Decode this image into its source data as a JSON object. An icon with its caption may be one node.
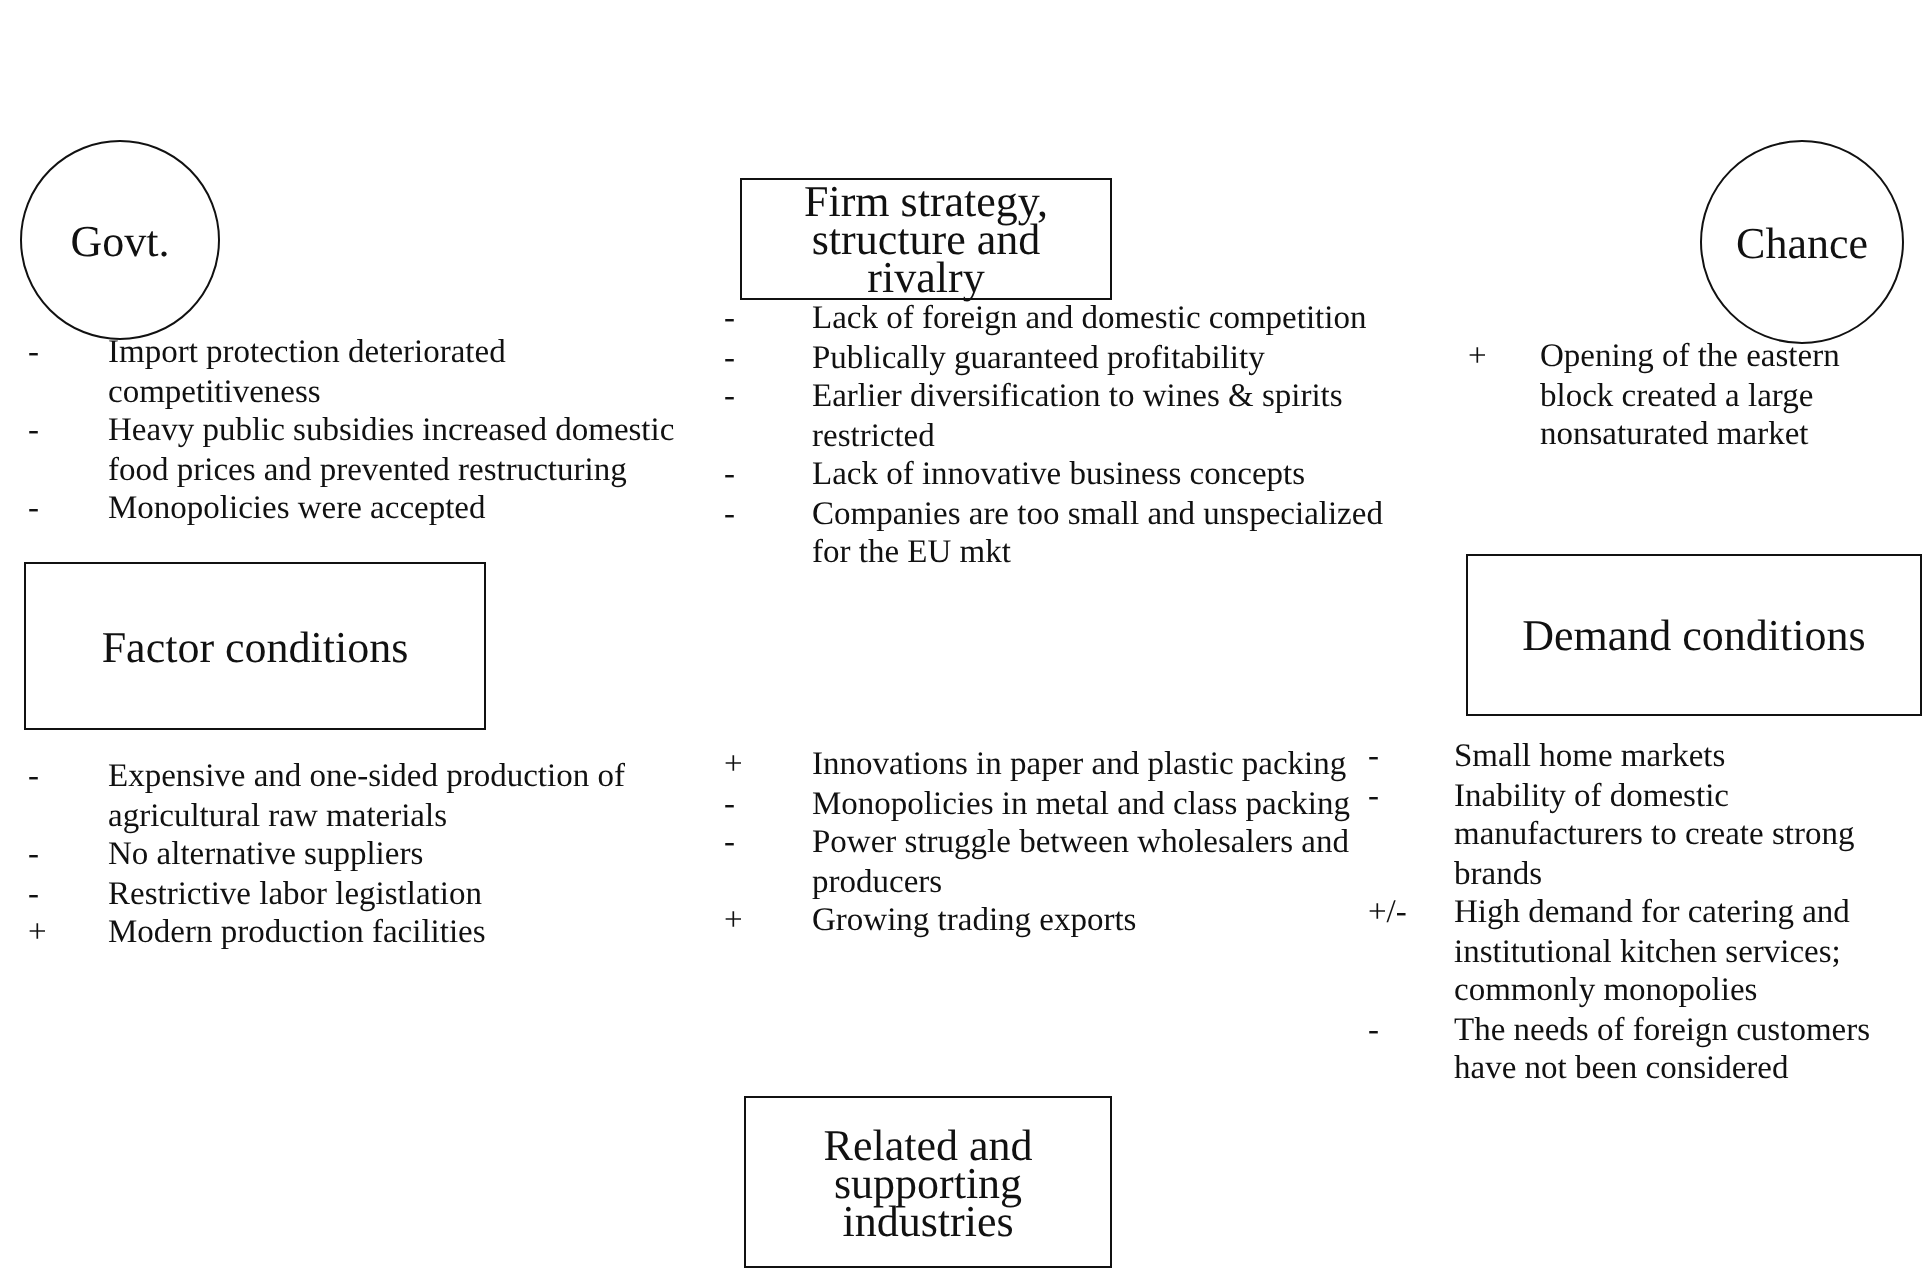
{
  "diagram": {
    "nodes": [
      {
        "text": [
          "Govt."
        ],
        "beside": [
          "-",
          "Import protection deteriorated competitiveness",
          "-",
          "Heavy public subsidies increased domestic food prices and prevented restructuring",
          "-",
          "Monopolicies were accepted"
        ]
      },
      {
        "text": [
          "Firm strategy, structure and rivalry"
        ],
        "beside": [
          "-",
          "Lack of foreign and domestic competition",
          "-",
          "Publically guaranteed profitability",
          "-",
          "Earlier diversification to wines & spirits restricted",
          "-",
          "Lack of innovative business concepts",
          "-",
          "Companies are too small and unspecialized for the EU mkt"
        ]
      },
      {
        "text": [
          "Chance"
        ],
        "beside": [
          "+",
          "Opening of the eastern block created a large nonsaturated market"
        ]
      },
      {
        "text": [
          "Factor conditions"
        ],
        "beside": [
          "-",
          "Expensive and one-sided production of agricultural raw materials",
          "-",
          "No alternative suppliers",
          "-",
          "Restrictive labor legistlation",
          "+",
          "Modern production facilities"
        ]
      },
      {
        "text": [
          "Demand conditions"
        ],
        "beside": [
          "-",
          "Small home markets",
          "-",
          "Inability of domestic manufacturers to create strong brands",
          "+/-",
          "High demand for catering and institutional kitchen services; commonly monopolies",
          "-",
          "The needs of foreign customers have not been considered"
        ]
      },
      {
        "text": [
          "Related and supporting industries"
        ],
        "beside": [
          "+",
          "Innovations in paper and plastic packing",
          "-",
          "Monopolicies in metal and class packing",
          "-",
          "Power struggle between wholesalers and producers",
          "+",
          "Growing trading exports"
        ]
      }
    ]
  }
}
